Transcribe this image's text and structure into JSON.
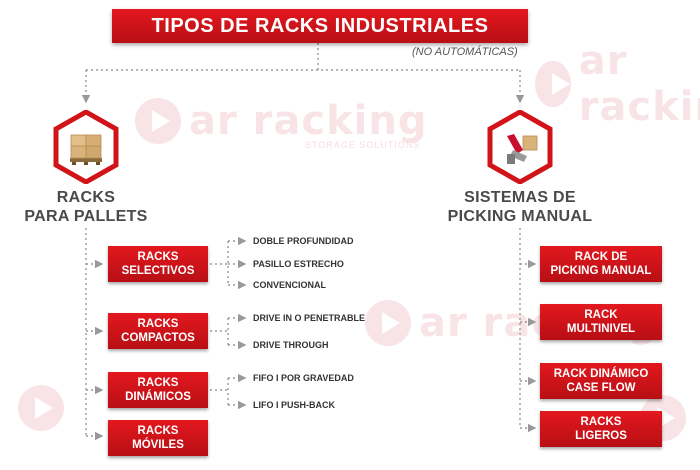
{
  "title": "TIPOS DE RACKS INDUSTRIALES",
  "subtitle": "(NO AUTOMÁTICAS)",
  "watermark": {
    "brand": "ar racking",
    "tagline": "STORAGE SOLUTIONS"
  },
  "colors": {
    "accent": "#c8102e",
    "line": "#999999",
    "heading": "#4a4a4a"
  },
  "left_branch": {
    "title_line1": "RACKS",
    "title_line2": "PARA PALLETS",
    "icon": "pallet-boxes-icon",
    "types": [
      {
        "line1": "RACKS",
        "line2": "SELECTIVOS",
        "subtypes": [
          "DOBLE PROFUNDIDAD",
          "PASILLO ESTRECHO",
          "CONVENCIONAL"
        ]
      },
      {
        "line1": "RACKS",
        "line2": "COMPACTOS",
        "subtypes": [
          "DRIVE IN O PENETRABLE",
          "DRIVE THROUGH"
        ]
      },
      {
        "line1": "RACKS",
        "line2": "DINÁMICOS",
        "subtypes": [
          "FIFO I POR GRAVEDAD",
          "LIFO I PUSH-BACK"
        ]
      },
      {
        "line1": "RACKS",
        "line2": "MÓVILES",
        "subtypes": []
      }
    ]
  },
  "right_branch": {
    "title_line1": "SISTEMAS DE",
    "title_line2": "PICKING MANUAL",
    "icon": "picking-arm-icon",
    "types": [
      {
        "line1": "RACK DE",
        "line2": "PICKING MANUAL"
      },
      {
        "line1": "RACK",
        "line2": "MULTINIVEL"
      },
      {
        "line1": "RACK DINÁMICO",
        "line2": "CASE FLOW"
      },
      {
        "line1": "RACKS",
        "line2": "LIGEROS"
      }
    ]
  }
}
